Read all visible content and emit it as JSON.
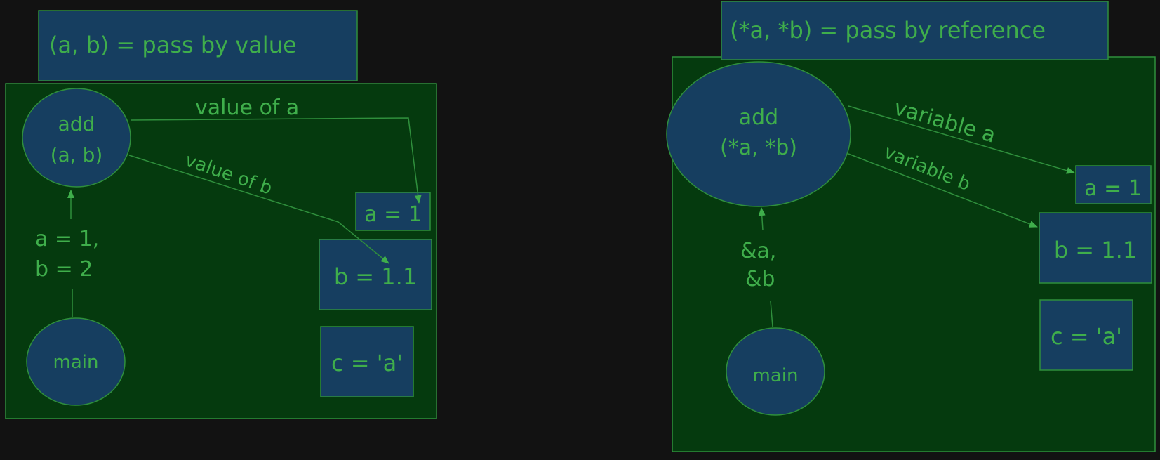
{
  "colors": {
    "background": "#121212",
    "frame_fill": "#053a0e",
    "shape_fill": "#163e60",
    "stroke": "#2f8f3c",
    "text": "#3fae4b"
  },
  "left": {
    "title": "(a, b) = pass by value",
    "add_line1": "add",
    "add_line2": "(a, b)",
    "main": "main",
    "arg_line1": "a = 1,",
    "arg_line2": "b = 2",
    "edge_a": "value of a",
    "edge_b": "value of b",
    "var_a": "a = 1",
    "var_b": "b = 1.1",
    "var_c": "c = 'a'"
  },
  "right": {
    "title": "(*a, *b) = pass by reference",
    "add_line1": "add",
    "add_line2": "(*a, *b)",
    "main": "main",
    "arg_line1": "&a,",
    "arg_line2": "&b",
    "edge_a": "variable a",
    "edge_b": "variable b",
    "var_a": "a = 1",
    "var_b": "b = 1.1",
    "var_c": "c = 'a'"
  }
}
